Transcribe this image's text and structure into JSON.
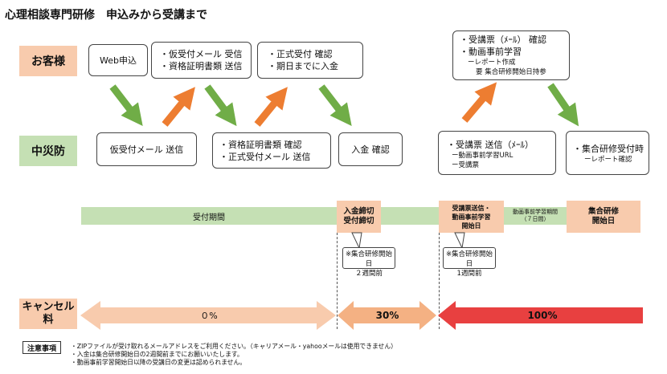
{
  "title": "心理相談専門研修　申込みから受講まで",
  "rows": {
    "customer": "お客様",
    "center": "中災防",
    "cancel": "キャンセル料"
  },
  "customer_boxes": {
    "web_apply": "Web申込",
    "box2": [
      "・仮受付メール 受信",
      "・資格証明書類 送信"
    ],
    "box3": [
      "・正式受付 確認",
      "・期日までに入金"
    ],
    "box4": [
      "・受講票（ﾒｰﾙ） 確認",
      "・動画事前学習",
      "ーレポート作成",
      "要 集合研修開始日持参"
    ]
  },
  "center_boxes": {
    "box1": "仮受付メール 送信",
    "box2": [
      "・資格証明書類 確認",
      "・正式受付メール 送信"
    ],
    "box3": "入金 確認",
    "box4": [
      "・受講票 送信（ﾒｰﾙ）",
      "ー動画事前学習URL",
      "ー受講票"
    ],
    "box5": [
      "・集合研修受付時",
      "ーレポート確認"
    ]
  },
  "timeline": {
    "period": "受付期間",
    "deadline": [
      "入金締切",
      "受付締切"
    ],
    "ticket_start": [
      "受講票送信・",
      "動画事前学習",
      "開始日"
    ],
    "prestudy_period": [
      "動画事前学習期間",
      "（７日間）"
    ],
    "training_start": [
      "集合研修",
      "開始日"
    ]
  },
  "callouts": {
    "c1": [
      "※集合研修開始日",
      "２週間前"
    ],
    "c2": [
      "※集合研修開始日",
      "1週間前"
    ]
  },
  "cancel_fees": {
    "zero": "０%",
    "thirty": "30%",
    "hundred": "100%"
  },
  "notes": {
    "heading": "注意事項",
    "items": [
      "・ZIPファイルが受け取れるメールアドレスをご利用ください。（キャリアメール・yahooメールは使用できません）",
      "・入金は集合研修開始日の2週間前までにお願いいたします。",
      "・動画事前学習開始日以降の受講日の変更は認められません。"
    ]
  },
  "colors": {
    "green": "#70ad47",
    "orange": "#ed7d31",
    "peach": "#f8cbad",
    "light_green": "#c5e0b4",
    "red": "#e84040"
  }
}
